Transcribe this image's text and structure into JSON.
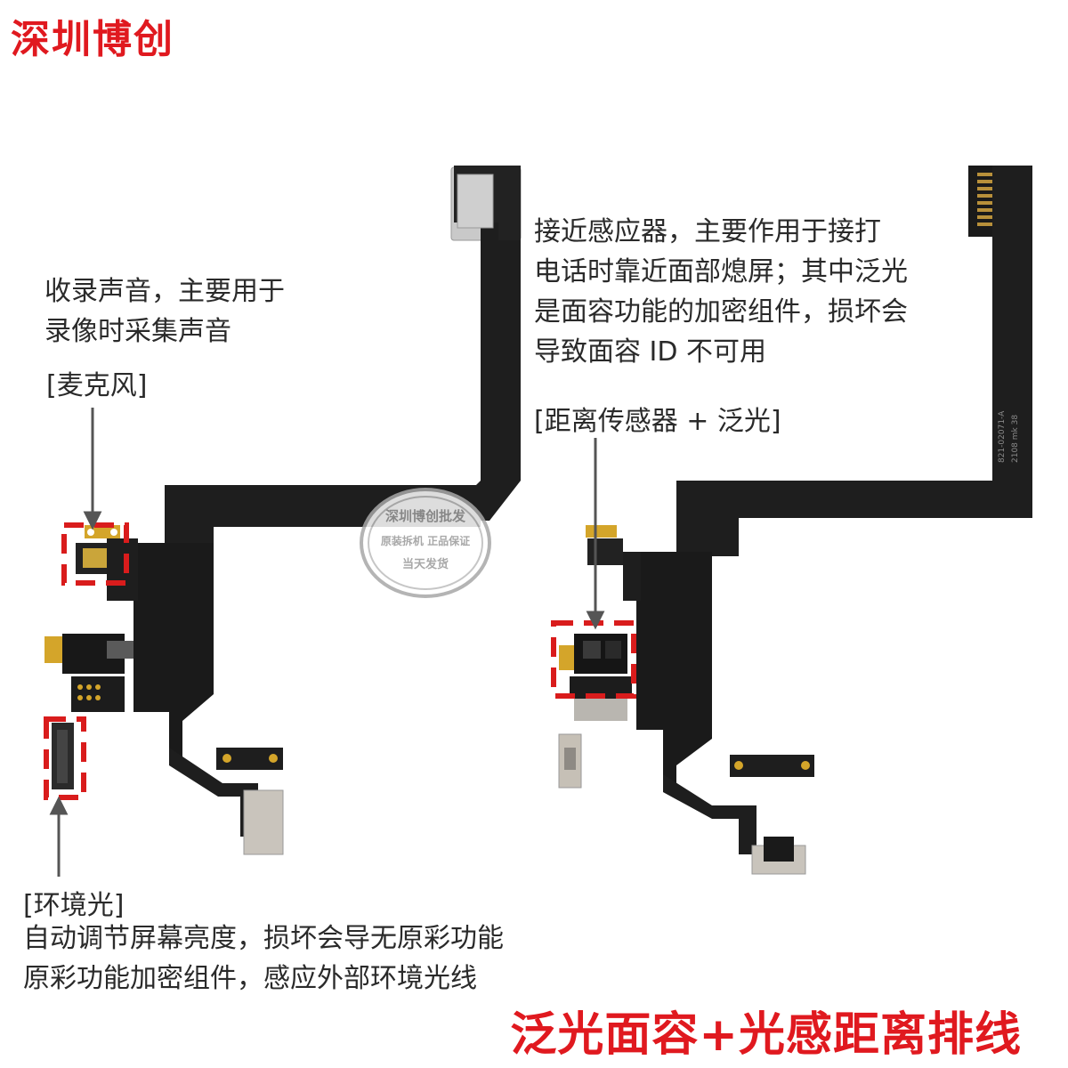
{
  "brand": {
    "text": "深圳博创"
  },
  "mic": {
    "description": [
      "收录声音，主要用于",
      "录像时采集声音"
    ],
    "label": "[麦克风]"
  },
  "proximity": {
    "description": [
      "接近感应器，主要作用于接打",
      "电话时靠近面部熄屏；其中泛光",
      "是面容功能的加密组件，损坏会",
      "导致面容 ID 不可用"
    ],
    "label": "[距离传感器 + 泛光]"
  },
  "ambient": {
    "label": "[环境光]",
    "description": [
      "自动调节屏幕亮度，损坏会导无原彩功能",
      "原彩功能加密组件，感应外部环境光线"
    ]
  },
  "footer": {
    "text": "泛光面容+光感距离排线"
  },
  "part_marking": {
    "line1": "821-02071-A",
    "line2": "2108 mk 38"
  },
  "watermark": {
    "line1": "深圳博创批发",
    "line2": "原装拆机  正品保证",
    "line3": "当天发货"
  },
  "colors": {
    "brand_red": "#e0191f",
    "cable_black": "#1e1e1e",
    "gold": "#d4a52a",
    "highlight_box": "#d91c1c",
    "text": "#2a2a2a"
  }
}
